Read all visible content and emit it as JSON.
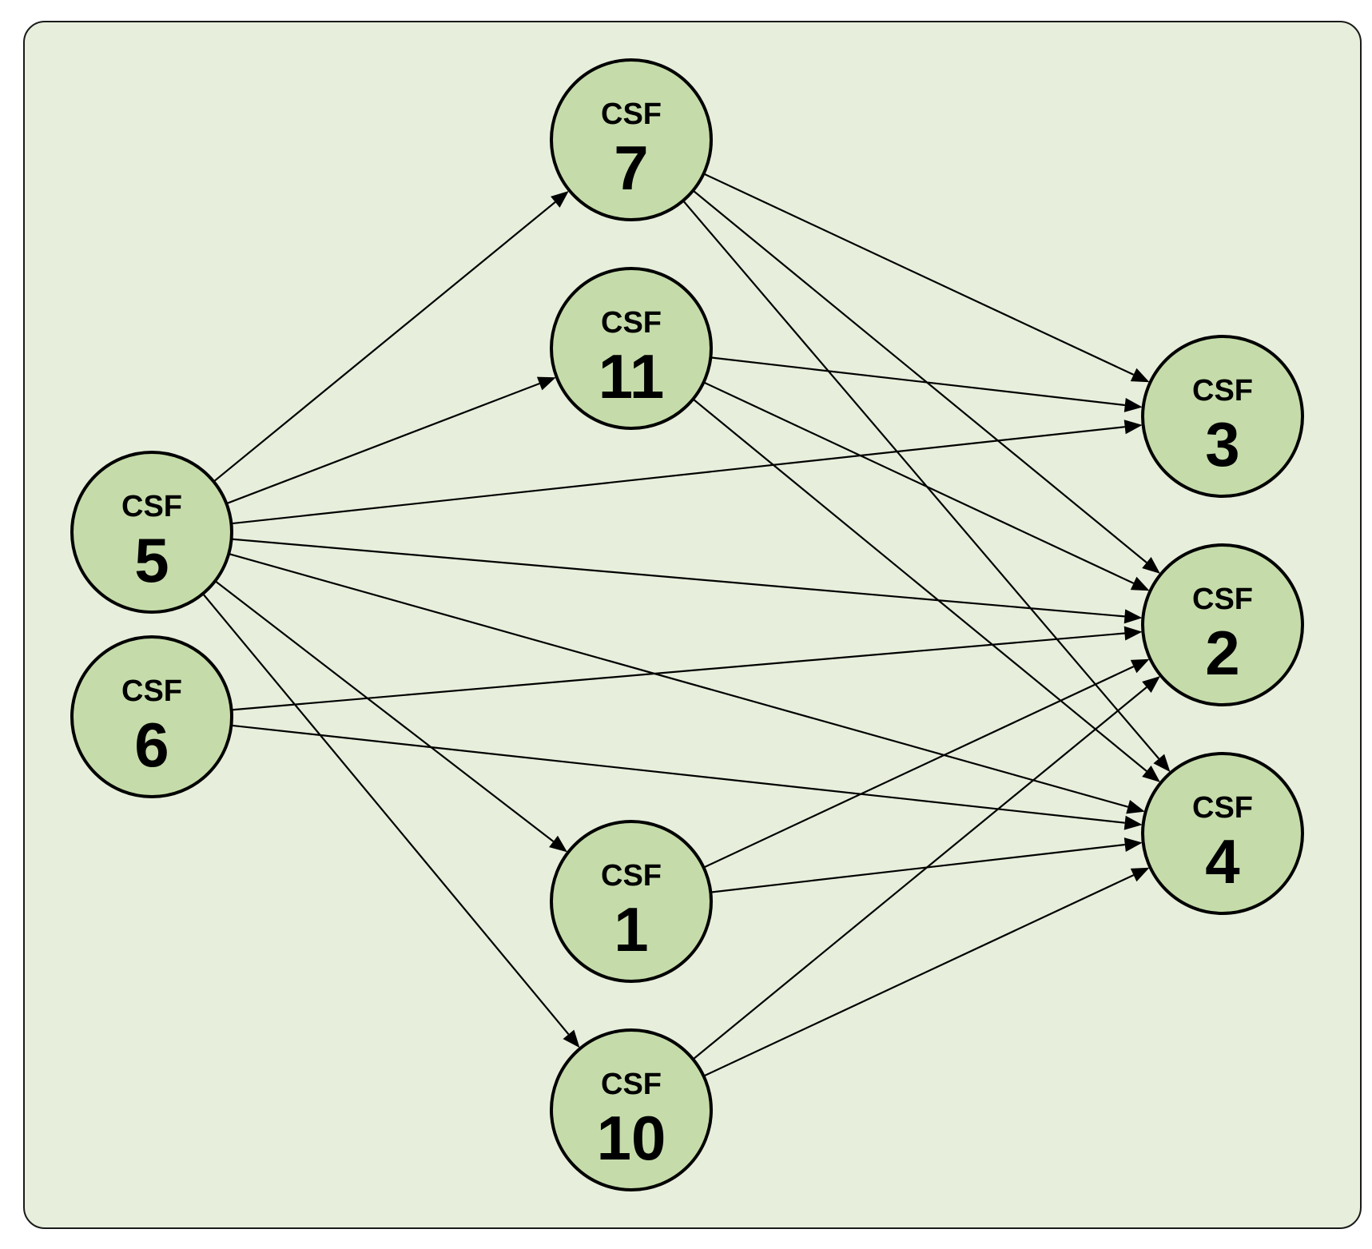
{
  "diagram": {
    "panel_fill": "#e7efdc",
    "panel_stroke": "#1a1a1a",
    "node_fill": "#c5dcaa",
    "line_color": "#000000",
    "nodes": [
      {
        "id": "5",
        "prefix": "CSF",
        "number": "5"
      },
      {
        "id": "6",
        "prefix": "CSF",
        "number": "6"
      },
      {
        "id": "7",
        "prefix": "CSF",
        "number": "7"
      },
      {
        "id": "11",
        "prefix": "CSF",
        "number": "11"
      },
      {
        "id": "1",
        "prefix": "CSF",
        "number": "1"
      },
      {
        "id": "10",
        "prefix": "CSF",
        "number": "10"
      },
      {
        "id": "3",
        "prefix": "CSF",
        "number": "3"
      },
      {
        "id": "2",
        "prefix": "CSF",
        "number": "2"
      },
      {
        "id": "4",
        "prefix": "CSF",
        "number": "4"
      }
    ],
    "edges": [
      {
        "from": "5",
        "to": "7"
      },
      {
        "from": "5",
        "to": "11"
      },
      {
        "from": "5",
        "to": "3"
      },
      {
        "from": "5",
        "to": "2"
      },
      {
        "from": "5",
        "to": "4"
      },
      {
        "from": "5",
        "to": "1"
      },
      {
        "from": "5",
        "to": "10"
      },
      {
        "from": "6",
        "to": "2"
      },
      {
        "from": "6",
        "to": "4"
      },
      {
        "from": "7",
        "to": "3"
      },
      {
        "from": "7",
        "to": "2"
      },
      {
        "from": "7",
        "to": "4"
      },
      {
        "from": "11",
        "to": "3"
      },
      {
        "from": "11",
        "to": "2"
      },
      {
        "from": "11",
        "to": "4"
      },
      {
        "from": "1",
        "to": "2"
      },
      {
        "from": "1",
        "to": "4"
      },
      {
        "from": "10",
        "to": "2"
      },
      {
        "from": "10",
        "to": "4"
      }
    ]
  }
}
